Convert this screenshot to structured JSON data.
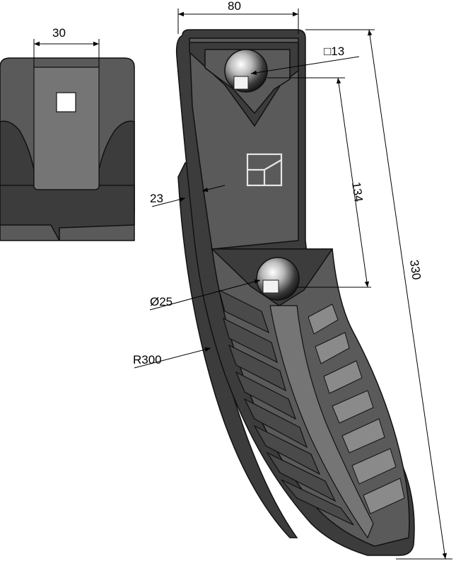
{
  "dimensions": {
    "detail_width": "30",
    "blade_width": "80",
    "square_hole": "□13",
    "hole_spacing": "134",
    "total_length": "330",
    "thickness": "23",
    "bolt_diameter": "Ø25",
    "radius": "R300"
  },
  "colors": {
    "body": "#3c3c3c",
    "face": "#5a5a5a",
    "logo": "#e6e6e6"
  }
}
